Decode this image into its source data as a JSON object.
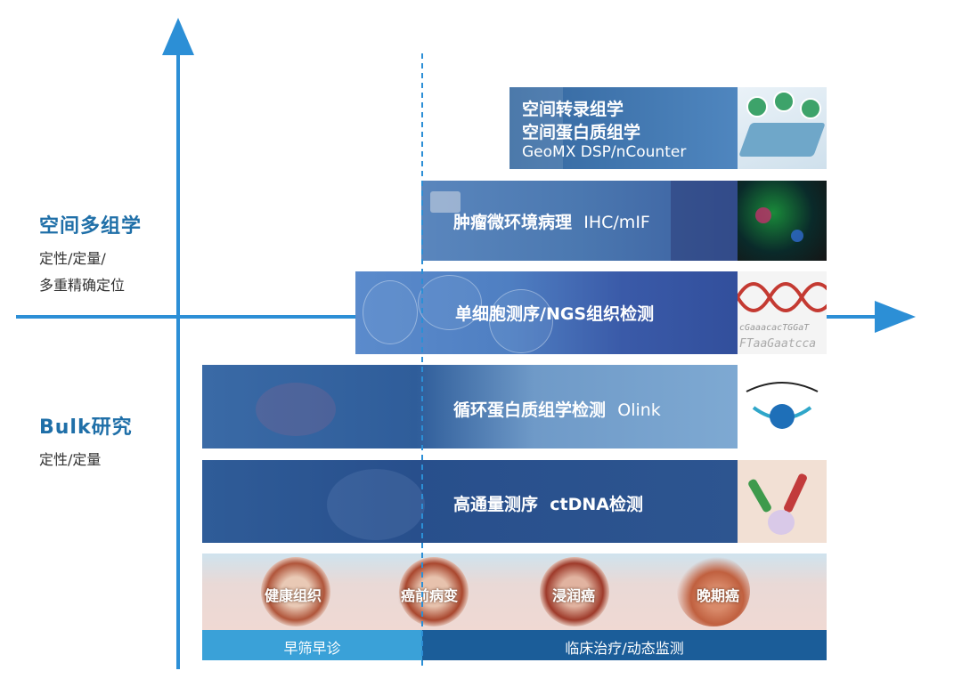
{
  "side_labels": {
    "spatial_title": "空间多组学",
    "spatial_sub_1": "定性/定量/",
    "spatial_sub_2": "多重精确定位",
    "bulk_title": "Bulk研究",
    "bulk_sub": "定性/定量"
  },
  "bands": [
    {
      "line1": "空间转录组学",
      "line2": "空间蛋白质组学",
      "line3": "GeoMX DSP/nCounter"
    },
    {
      "cn": "肿瘤微环境病理",
      "en": "IHC/mIF"
    },
    {
      "cn": "单细胞测序/NGS组织检测",
      "en": ""
    },
    {
      "cn": "循环蛋白质组学检测",
      "en": "Olink"
    },
    {
      "cn": "高通量测序",
      "en": "ctDNA检测"
    }
  ],
  "dna_text": {
    "line1": "cGaaacacTGGaT",
    "line2": "FTaaGaatcca"
  },
  "stages": [
    "健康组织",
    "癌前病变",
    "浸润癌",
    "晚期癌"
  ],
  "phases": {
    "early": "早筛早诊",
    "clinical": "临床治疗/动态监测"
  },
  "colors": {
    "axis": "#2c8fd6",
    "band_dark": "#1e4f86",
    "phase_early": "#3aa1d8",
    "phase_clinical": "#1b5d99"
  }
}
